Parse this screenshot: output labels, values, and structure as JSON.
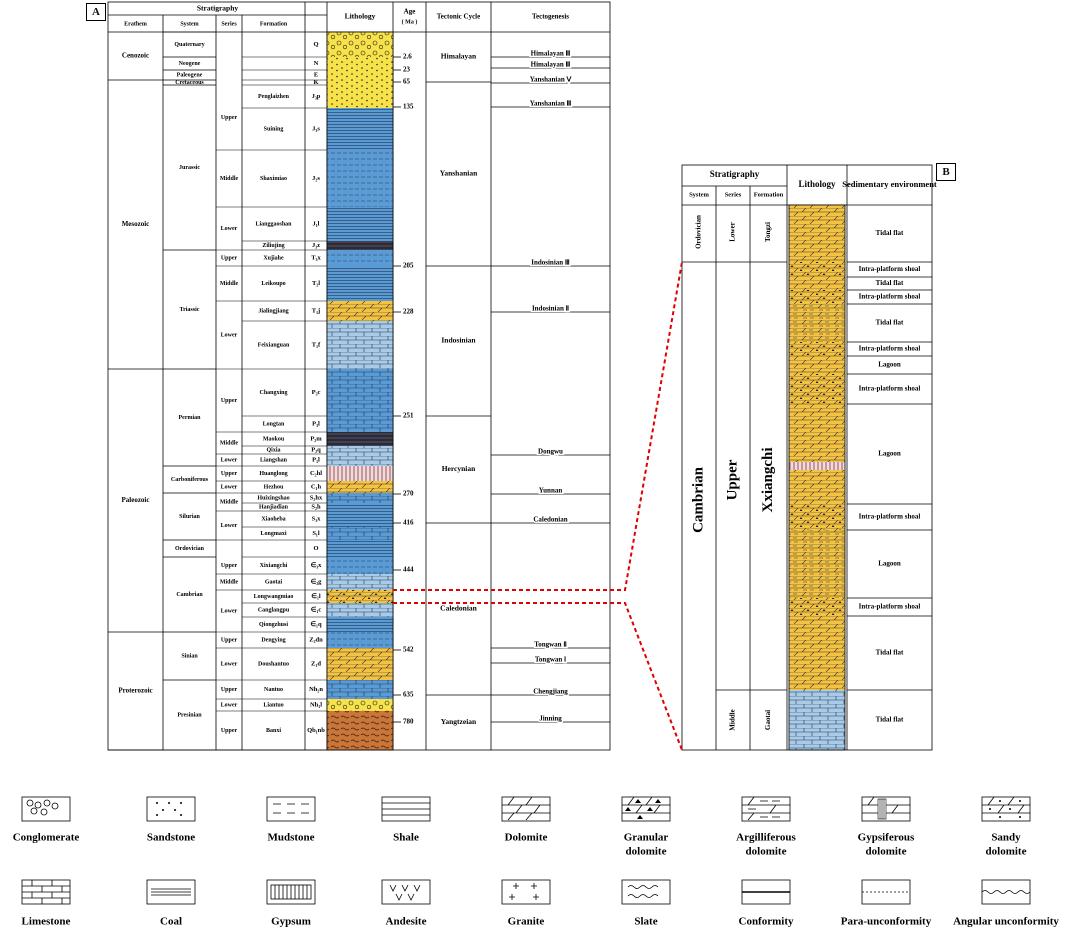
{
  "panelA": {
    "letter": "A",
    "headers": {
      "stratigraphy": "Stratigraphy",
      "erathem": "Erathem",
      "system": "System",
      "series": "Series",
      "formation": "Formation",
      "lithology": "Lithology",
      "age": "Age",
      "age_unit": "( Ma )",
      "tectonic_cycle": "Tectonic Cycle",
      "tectogenesis": "Tectogenesis"
    },
    "erathems": [
      "Cenozoic",
      "Mesozoic",
      "Paleozoic",
      "Proterozoic"
    ],
    "systems": [
      "Quaternary",
      "Neogene",
      "Paleogene",
      "Cretaceous",
      "Jurassic",
      "Triassic",
      "Permian",
      "Carboniferous",
      "Silurian",
      "Ordovician",
      "Cambrian",
      "Sinian",
      "Presinian"
    ],
    "series": [
      "Upper",
      "Middle",
      "Lower",
      "Upper",
      "Middle",
      "Lower",
      "Upper",
      "Middle",
      "Lower",
      "Upper",
      "Lower",
      "Middle",
      "Lower",
      "Upper",
      "Middle",
      "Lower",
      "Upper",
      "Lower",
      "Upper",
      "Lower",
      "Upper"
    ],
    "formations": [
      {
        "name": "",
        "code": "Q"
      },
      {
        "name": "",
        "code": "N"
      },
      {
        "name": "",
        "code": "E"
      },
      {
        "name": "",
        "code": "K"
      },
      {
        "name": "Penglaizhen",
        "code": "J₃p"
      },
      {
        "name": "Suining",
        "code": "J₃s"
      },
      {
        "name": "Shaximiao",
        "code": "J₂s"
      },
      {
        "name": "Lianggaoshan",
        "code": "J₁l"
      },
      {
        "name": "Ziliujing",
        "code": "J₁z"
      },
      {
        "name": "Xujiahe",
        "code": "T₃x"
      },
      {
        "name": "Leikoupo",
        "code": "T₂l"
      },
      {
        "name": "Jialingjiang",
        "code": "T₁j"
      },
      {
        "name": "Feixianguan",
        "code": "T₁f"
      },
      {
        "name": "Changxing",
        "code": "P₃c"
      },
      {
        "name": "Longtan",
        "code": "P₃l"
      },
      {
        "name": "Maokou",
        "code": "P₂m"
      },
      {
        "name": "Qixia",
        "code": "P₂q"
      },
      {
        "name": "Liangshan",
        "code": "P₁l"
      },
      {
        "name": "Huanglong",
        "code": "C₂hl"
      },
      {
        "name": "Hezhou",
        "code": "C₁h"
      },
      {
        "name": "Huixingshao",
        "code": "S₂hx"
      },
      {
        "name": "Hanjiadian",
        "code": "S₂h"
      },
      {
        "name": "Xiaoheba",
        "code": "S₁x"
      },
      {
        "name": "Longmaxi",
        "code": "S₁l"
      },
      {
        "name": "",
        "code": "O"
      },
      {
        "name": "Xixiangchi",
        "code": "∈₃x"
      },
      {
        "name": "Gaotai",
        "code": "∈₂g"
      },
      {
        "name": "Longwangmiao",
        "code": "∈₁l"
      },
      {
        "name": "Canglangpu",
        "code": "∈₁c"
      },
      {
        "name": "Qiongzhusi",
        "code": "∈₁q"
      },
      {
        "name": "Dengying",
        "code": "Z₂dn"
      },
      {
        "name": "Doushantuo",
        "code": "Z₁d"
      },
      {
        "name": "Nantuo",
        "code": "Nh₂n"
      },
      {
        "name": "Liantuo",
        "code": "Nh₁l"
      },
      {
        "name": "Banxi",
        "code": "Qb₁nb"
      }
    ],
    "ages": [
      "2.6",
      "23",
      "65",
      "135",
      "205",
      "228",
      "251",
      "270",
      "416",
      "444",
      "542",
      "635",
      "780"
    ],
    "tectonic_cycles": [
      "Himalayan",
      "Yanshanian",
      "Indosinian",
      "Hercynian",
      "Caledonian",
      "Yangtzeian"
    ],
    "tectogenesis": [
      "Himalayan Ⅲ",
      "Himalayan Ⅲ",
      "Yanshanian Ⅴ",
      "Yanshanian Ⅲ",
      "Indosinian Ⅲ",
      "Indosinian Ⅱ",
      "Dongwu",
      "Yunnan",
      "Caledonian",
      "Tongwan Ⅱ",
      "Tongwan Ⅰ",
      "Chengjiang",
      "Jinning"
    ]
  },
  "panelB": {
    "letter": "B",
    "headers": {
      "stratigraphy": "Stratigraphy",
      "system": "System",
      "series": "Series",
      "formation": "Formation",
      "lithology": "Lithology",
      "environment": "Sedimentary environment"
    },
    "systems": [
      "Ordovician",
      "Cambrian"
    ],
    "series": [
      "Lower",
      "Upper",
      "Middle"
    ],
    "formations": [
      "Tongzi",
      "Xxiangchi",
      "Gaotai"
    ],
    "environments": [
      "Tidal flat",
      "Intra-platform shoal",
      "Tidal flat",
      "Intra-platform shoal",
      "Tidal flat",
      "Intra-platform shoal",
      "Lagoon",
      "Intra-platform shoal",
      "Lagoon",
      "Intra-platform shoal",
      "Lagoon",
      "Intra-platform shoal",
      "Tidal flat",
      "Tidal flat"
    ]
  },
  "legend": [
    "Conglomerate",
    "Sandstone",
    "Mudstone",
    "Shale",
    "Dolomite",
    "Granular dolomite",
    "Argilliferous dolomite",
    "Gypsiferous dolomite",
    "Sandy dolomite",
    "Limestone",
    "Coal",
    "Gypsum",
    "Andesite",
    "Granite",
    "Slate",
    "Conformity",
    "Para-unconformity",
    "Angular unconformity"
  ],
  "colors": {
    "limestone": "#5b9bd5",
    "light_limestone": "#a9cbe8",
    "dolomite": "#f5c341",
    "sand": "#f7e24a",
    "mud": "#c8763a",
    "connector": "#e00000"
  }
}
